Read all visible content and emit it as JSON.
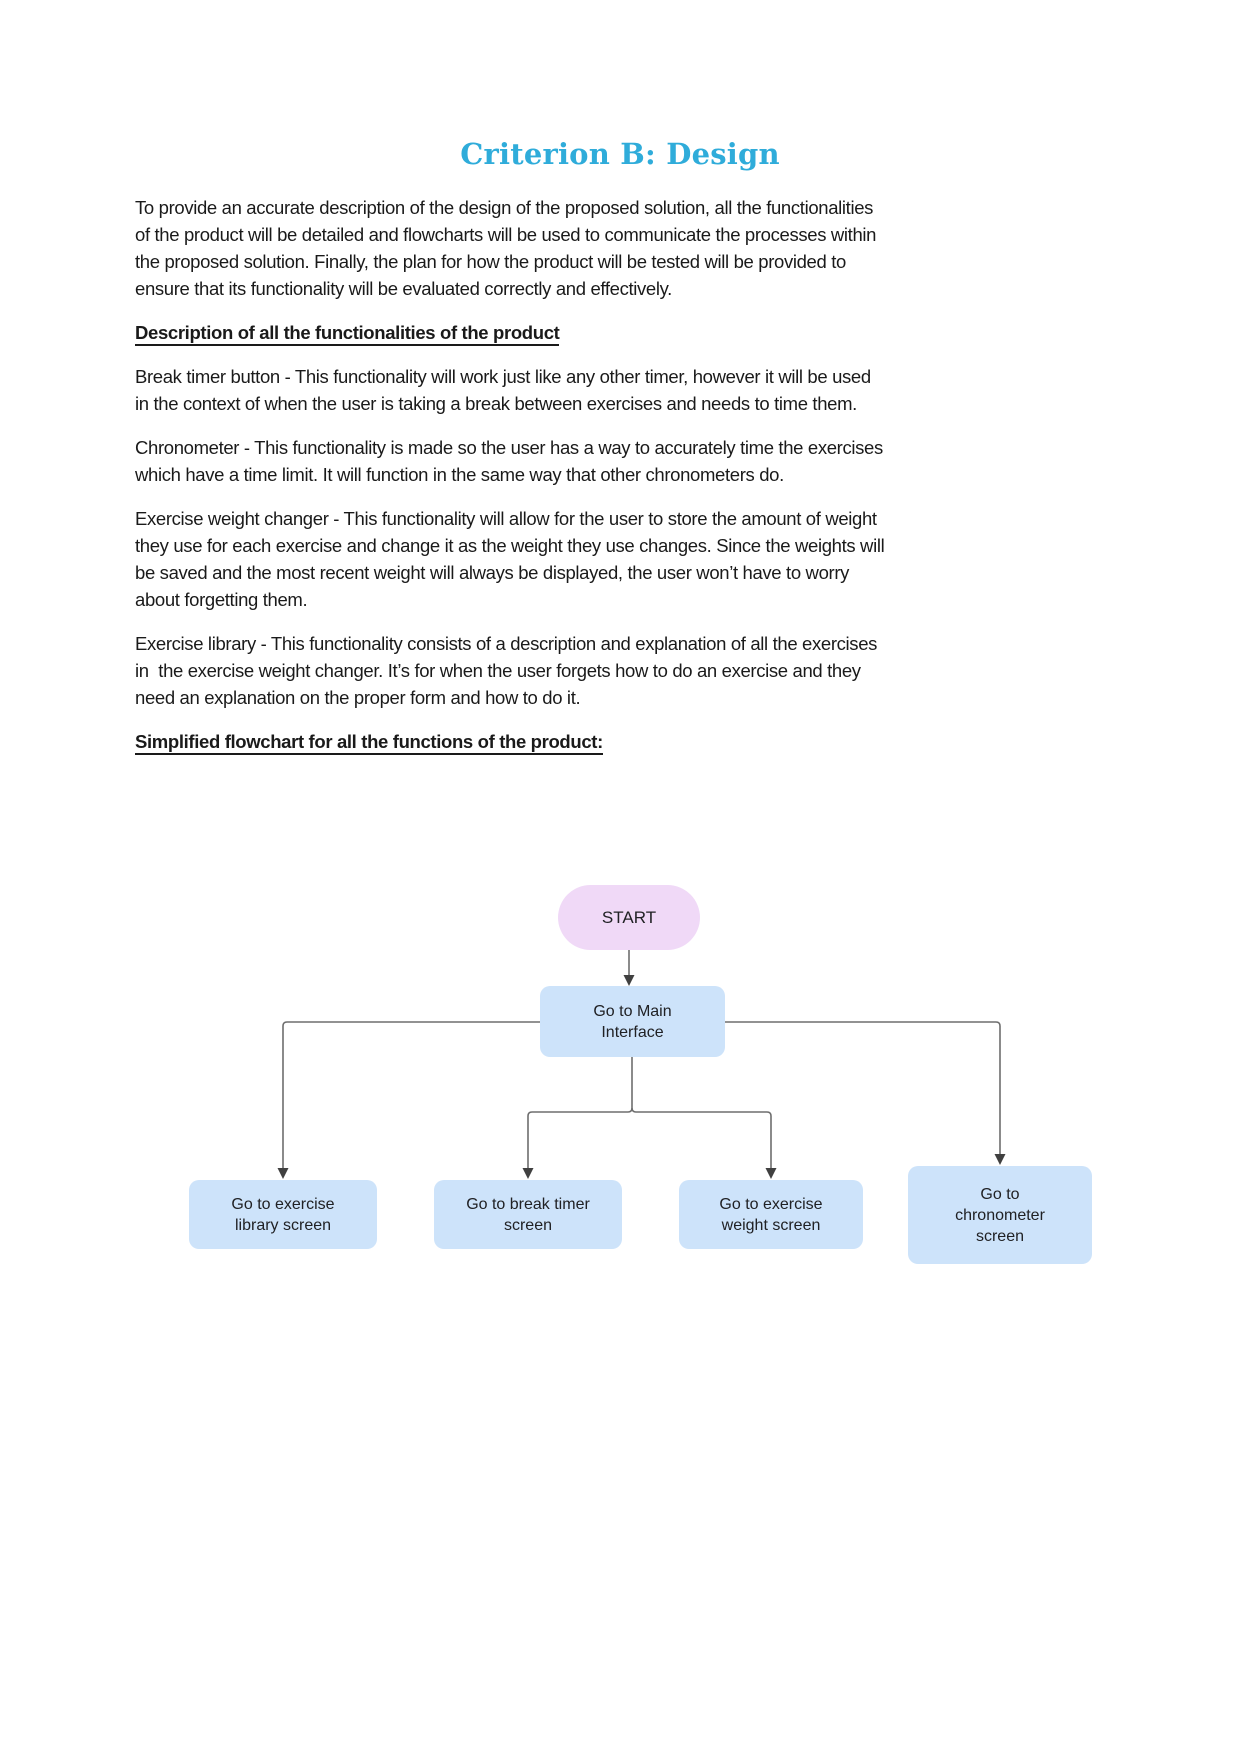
{
  "content": {
    "title": "Criterion B: Design",
    "intro": [
      "To provide an accurate description of the design of the proposed solution, all the functionalities",
      "of the product will be detailed and flowcharts will be used to communicate the processes within",
      "the proposed solution. Finally, the plan for how the product will be tested will be provided to",
      "ensure that its functionality will be evaluated correctly and effectively."
    ],
    "functionalities_heading": "Description of all the functionalities of the product",
    "para_break_timer": [
      "Break timer button - This functionality will work just like any other timer, however it will be used",
      "in the context of when the user is taking a break between exercises and needs to time them."
    ],
    "para_chronometer": [
      "Chronometer - This functionality is made so the user has a way to accurately time the exercises",
      "which have a time limit. It will function in the same way that other chronometers do."
    ],
    "para_weight_changer": [
      "Exercise weight changer - This functionality will allow for the user to store the amount of weight",
      "they use for each exercise and change it as the weight they use changes. Since the weights will",
      "be saved and the most recent weight will always be displayed, the user won’t have to worry",
      "about forgetting them."
    ],
    "para_exercise_library": [
      "Exercise library - This functionality consists of a description and explanation of all the exercises",
      "in  the exercise weight changer. It’s for when the user forgets how to do an exercise and they",
      "need an explanation on the proper form and how to do it."
    ],
    "flowchart_heading": "Simplified flowchart for all the functions of the product:"
  },
  "flowchart": {
    "start_label": "START",
    "main_label": [
      "Go to Main",
      "Interface"
    ],
    "branches": [
      {
        "id": "exercise-library",
        "label": [
          "Go to exercise",
          "library screen"
        ]
      },
      {
        "id": "break-timer",
        "label": [
          "Go to break timer",
          "screen"
        ]
      },
      {
        "id": "exercise-weight",
        "label": [
          "Go to exercise",
          "weight screen"
        ]
      },
      {
        "id": "chronometer",
        "label": [
          "Go to",
          "chronometer",
          "screen"
        ]
      }
    ]
  },
  "colors": {
    "title_text": "#2FACDA",
    "body_text": "#1A1A1A",
    "start_fill": "#F0D9F7",
    "node_fill": "#CDE3FA",
    "node_text": "#202124",
    "connector": "#6E6E6E",
    "arrowhead": "#404040"
  }
}
